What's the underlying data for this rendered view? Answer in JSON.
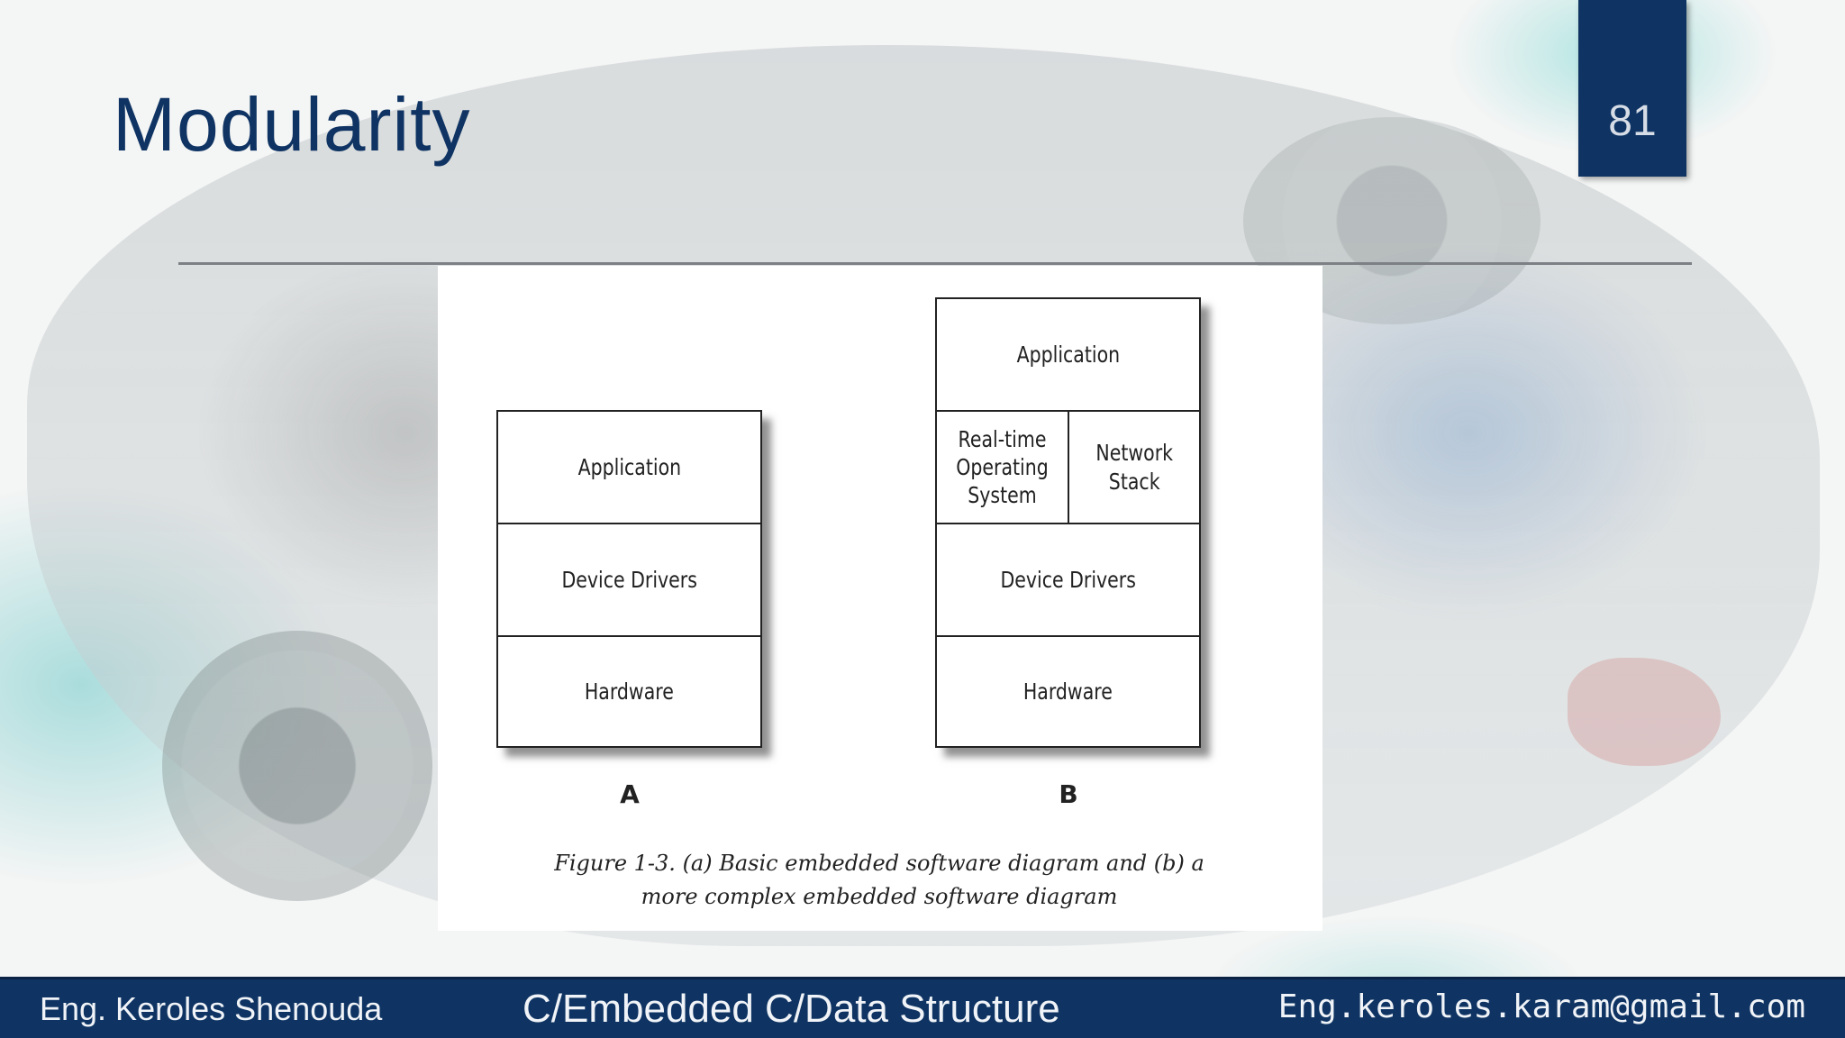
{
  "slide": {
    "title": "Modularity",
    "page_number": "81"
  },
  "figure": {
    "diagram_a": {
      "layers": [
        "Application",
        "Device Drivers",
        "Hardware"
      ],
      "label": "A"
    },
    "diagram_b": {
      "top": "Application",
      "middle_left": "Real-time\nOperating\nSystem",
      "middle_right": "Network\nStack",
      "layers": [
        "Device Drivers",
        "Hardware"
      ],
      "label": "B"
    },
    "caption_line1": "Figure 1-3. (a) Basic embedded software diagram and (b) a",
    "caption_line2": "more complex embedded software diagram"
  },
  "footer": {
    "author": "Eng. Keroles Shenouda",
    "course": "C/Embedded C/Data Structure",
    "email": "Eng.keroles.karam@gmail.com"
  },
  "colors": {
    "primary_navy": "#0f3463",
    "rule_gray": "#7d8186"
  }
}
